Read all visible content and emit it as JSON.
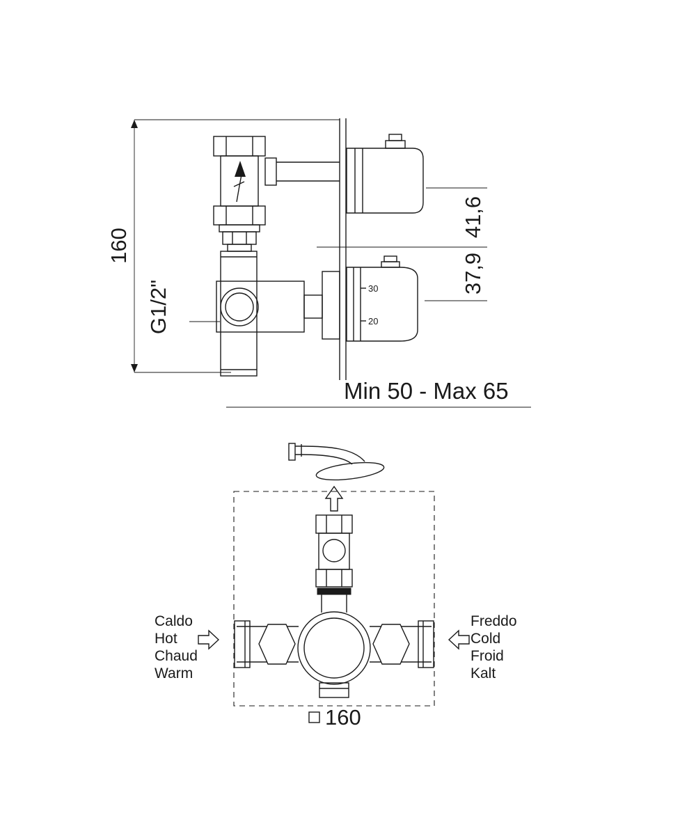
{
  "side_view": {
    "height_dim": "160",
    "thread_label": "G1/2\"",
    "dim_upper": "41,6",
    "dim_lower": "37,9",
    "depth_range": "Min 50 - Max 65",
    "scale_30": "30",
    "scale_20": "20"
  },
  "front_view": {
    "hot_labels": [
      "Caldo",
      "Hot",
      "Chaud",
      "Warm"
    ],
    "cold_labels": [
      "Freddo",
      "Cold",
      "Froid",
      "Kalt"
    ],
    "square_dim": "160"
  },
  "colors": {
    "line": "#1a1a1a",
    "background": "#ffffff"
  }
}
